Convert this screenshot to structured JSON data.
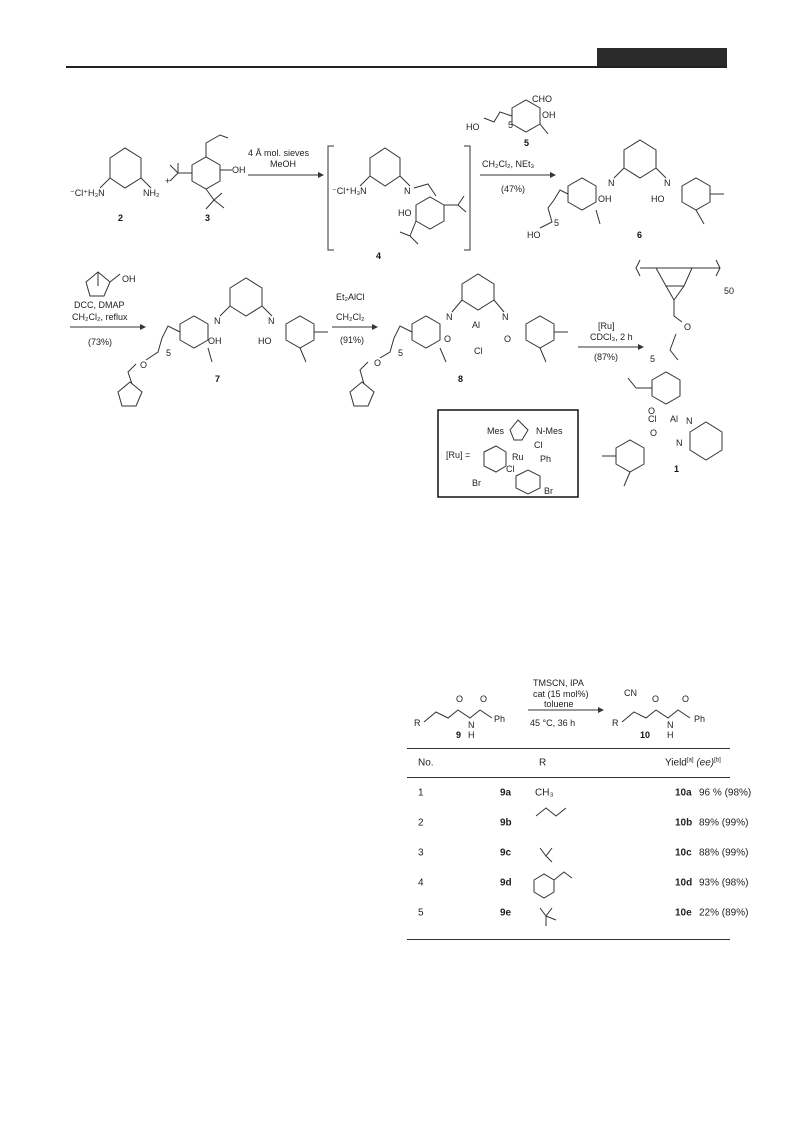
{
  "scheme1": {
    "reagent_left": "⁻Cl⁺H₃N",
    "nh2": "NH₂",
    "plus": "+",
    "oh": "OH",
    "cond1_line1": "4 Å mol. sieves",
    "cond1_line2": "MeOH",
    "int_left": "⁻Cl⁺H₃N",
    "ho_int": "HO",
    "cho": "CHO",
    "oh5": "OH",
    "ho5": "HO",
    "five": "5",
    "cond2_line1": "CH₂Cl₂, NEt₃",
    "cond2_line2": "(47%)",
    "ho6": "HO",
    "ho6b": "HO",
    "oh6": "OH",
    "n_label": "N",
    "cond3_oh": "OH",
    "cond3_line1": "DCC, DMAP",
    "cond3_line2": "CH₂Cl₂, reflux",
    "cond3_line3": "(73%)",
    "ho7": "HO",
    "oh7": "OH",
    "o7": "O",
    "cond4_line1": "Et₂AlCl",
    "cond4_line2": "CH₂Cl₂",
    "cond4_line3": "(91%)",
    "al": "Al",
    "cl": "Cl",
    "o8": "O",
    "cond5_line1": "[Ru]",
    "cond5_line2": "CDCl₃, 2 h",
    "cond5_line3": "(87%)",
    "fifty": "50",
    "ru_label": "[Ru] =",
    "mes_left": "Mes",
    "mes_right": "N-Mes",
    "ru": "Ru",
    "ph": "Ph",
    "br1": "Br",
    "br2": "Br",
    "compounds": [
      "2",
      "3",
      "4",
      "5",
      "6",
      "7",
      "8",
      "1"
    ]
  },
  "scheme2": {
    "cond_line1": "TMSCN, IPA",
    "cond_line2": "cat (15 mol%)",
    "cond_line3": "toluene",
    "cond_line4": "45 °C, 36 h",
    "r": "R",
    "ph": "Ph",
    "o": "O",
    "nh": "N",
    "h": "H",
    "cn": "CN",
    "sub_num": "9",
    "prod_num": "10"
  },
  "table": {
    "headers": {
      "no": "No.",
      "r": "R",
      "yield": "Yield",
      "yield_sup": "[a]",
      "ee": "(ee)",
      "ee_sup": "[b]"
    },
    "rows": [
      {
        "no": "1",
        "sub": "9a",
        "r": "CH₃",
        "prod": "10a",
        "yield": "96 % (98%)"
      },
      {
        "no": "2",
        "sub": "9b",
        "r": "",
        "prod": "10b",
        "yield": "89% (99%)"
      },
      {
        "no": "3",
        "sub": "9c",
        "r": "",
        "prod": "10c",
        "yield": "88% (99%)"
      },
      {
        "no": "4",
        "sub": "9d",
        "r": "",
        "prod": "10d",
        "yield": "93% (98%)"
      },
      {
        "no": "5",
        "sub": "9e",
        "r": "",
        "prod": "10e",
        "yield": "22% (89%)"
      }
    ]
  }
}
